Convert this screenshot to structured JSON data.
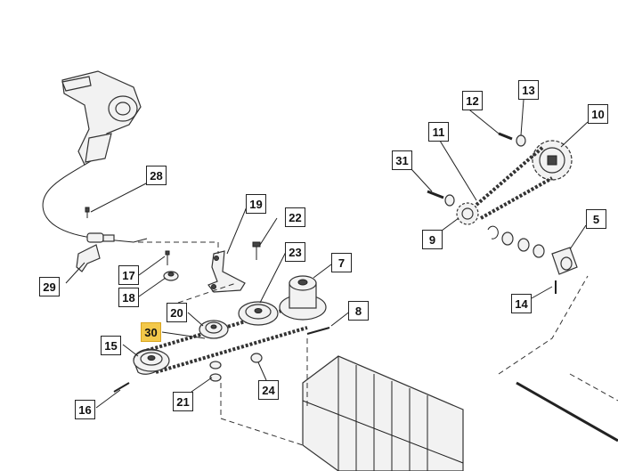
{
  "callouts": {
    "c5": "5",
    "c7": "7",
    "c8": "8",
    "c9": "9",
    "c10": "10",
    "c11": "11",
    "c12": "12",
    "c13": "13",
    "c14": "14",
    "c15": "15",
    "c16": "16",
    "c17": "17",
    "c18": "18",
    "c19": "19",
    "c20": "20",
    "c21": "21",
    "c22": "22",
    "c23": "23",
    "c24": "24",
    "c28": "28",
    "c29": "29",
    "c30": "30",
    "c31": "31"
  },
  "colors": {
    "highlight": "#f3c84a",
    "line": "#222222"
  }
}
